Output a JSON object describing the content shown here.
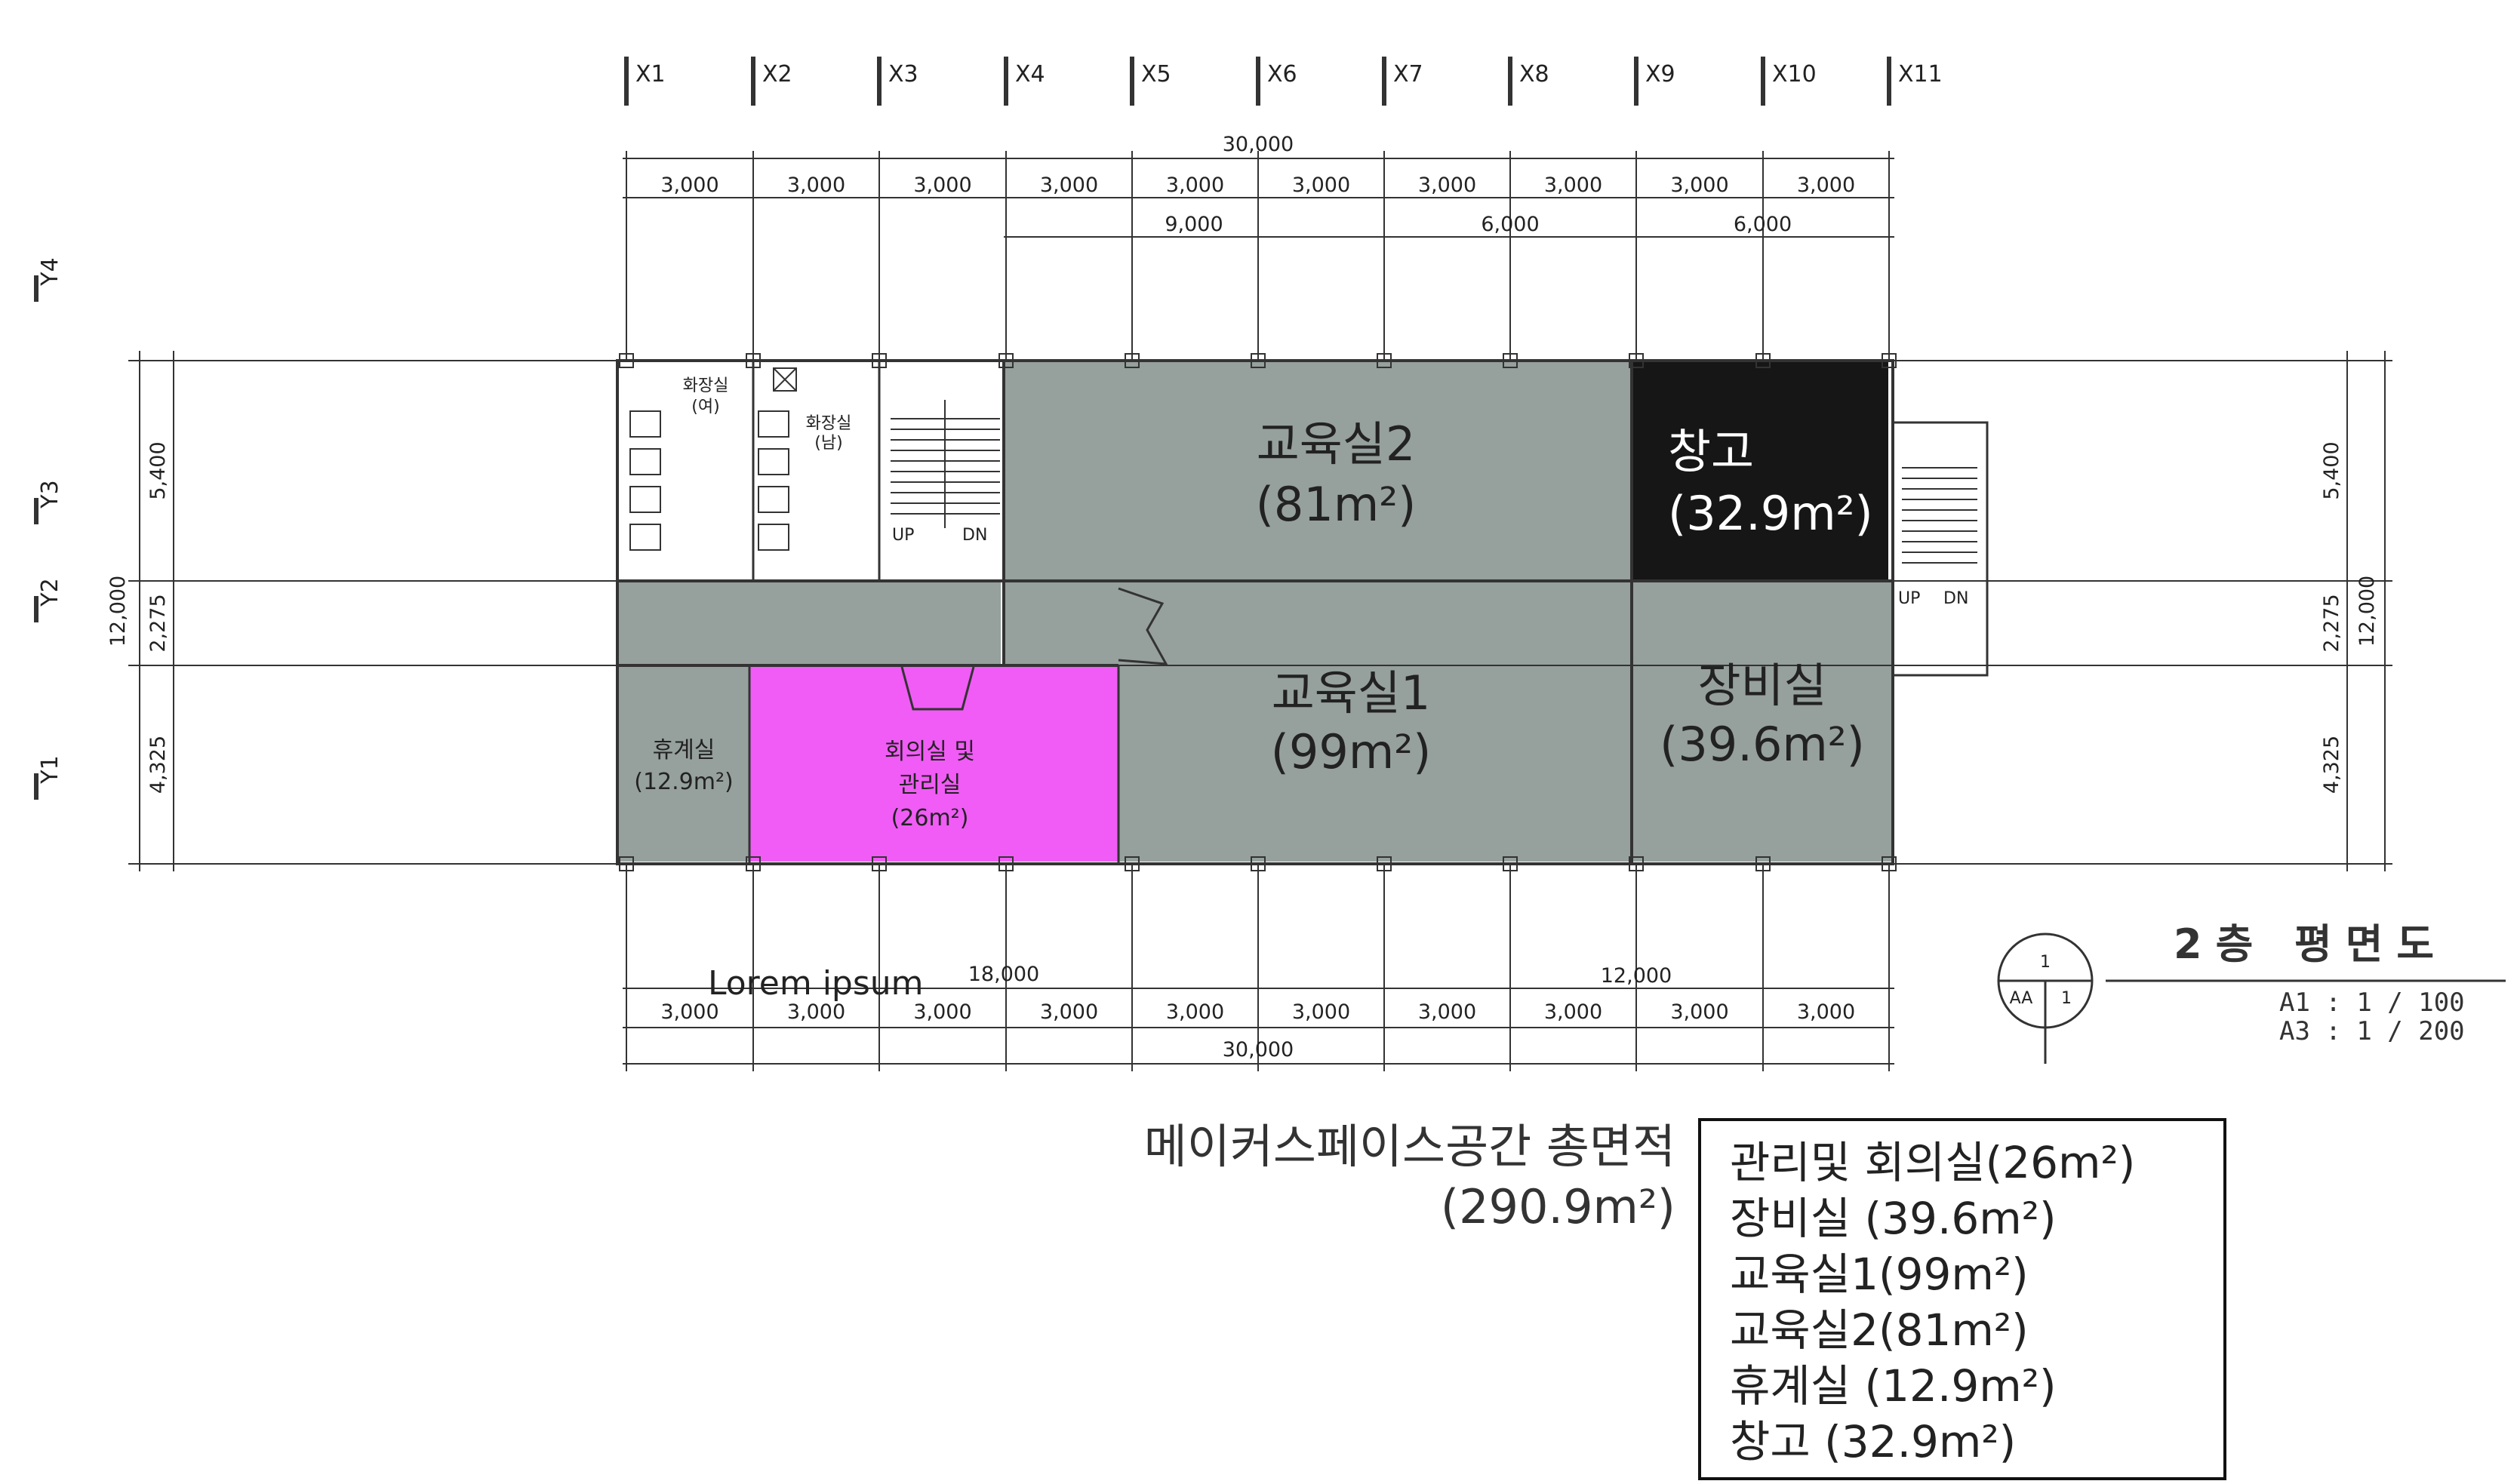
{
  "grid": {
    "x_labels": [
      "X1",
      "X2",
      "X3",
      "X4",
      "X5",
      "X6",
      "X7",
      "X8",
      "X9",
      "X10",
      "X11"
    ],
    "y_labels": [
      "Y4",
      "Y3",
      "Y2",
      "Y1"
    ]
  },
  "dimensions": {
    "top_total": "30,000",
    "top_bays": [
      "3,000",
      "3,000",
      "3,000",
      "3,000",
      "3,000",
      "3,000",
      "3,000",
      "3,000",
      "3,000",
      "3,000"
    ],
    "top_groups": [
      "9,000",
      "6,000",
      "6,000"
    ],
    "bottom_groups": [
      "18,000",
      "12,000"
    ],
    "bottom_bays": [
      "3,000",
      "3,000",
      "3,000",
      "3,000",
      "3,000",
      "3,000",
      "3,000",
      "3,000",
      "3,000",
      "3,000"
    ],
    "bottom_total": "30,000",
    "left_total": "12,000",
    "left_parts": [
      "5,400",
      "2,275",
      "4,325"
    ],
    "right_total": "12,000",
    "right_parts": [
      "5,400",
      "2,275",
      "4,325"
    ]
  },
  "rooms": {
    "classroom2": {
      "name": "교육실2",
      "area": "(81m²)",
      "color": "#96a09d"
    },
    "storage": {
      "name": "창고",
      "area": "(32.9m²)",
      "color": "#161616"
    },
    "classroom1": {
      "name": "교육실1",
      "area": "(99m²)",
      "color": "#96a09d"
    },
    "equipment": {
      "name": "장비실",
      "area": "(39.6m²)",
      "color": "#96a09d"
    },
    "lounge": {
      "name": "휴계실",
      "area": "(12.9m²)",
      "color": "#96a09d"
    },
    "meeting": {
      "line1": "회의실 및",
      "line2": "관리실",
      "area": "(26m²)",
      "color": "#f05cf5"
    },
    "corridor": {
      "color": "#96a09d"
    },
    "toilet_women": {
      "line1": "화장실",
      "line2": "(여)"
    },
    "toilet_men": {
      "line1": "화장실",
      "line2": "(남)"
    }
  },
  "stairs": {
    "up": "UP",
    "down": "DN"
  },
  "annotation": "Lorem ipsum",
  "drawing_title": "2층 평면도",
  "section_mark": {
    "top": "1",
    "left": "AA",
    "right": "1"
  },
  "scales": [
    "A1 : 1 / 100",
    "A3 : 1 / 200"
  ],
  "total_area": {
    "line1": "메이커스페이스공간 총면적",
    "line2": "(290.9m²)"
  },
  "legend": [
    "관리및 회의실(26m²)",
    "장비실 (39.6m²)",
    "교육실1(99m²)",
    "교육실2(81m²)",
    "휴계실 (12.9m²)",
    "창고 (32.9m²)"
  ]
}
